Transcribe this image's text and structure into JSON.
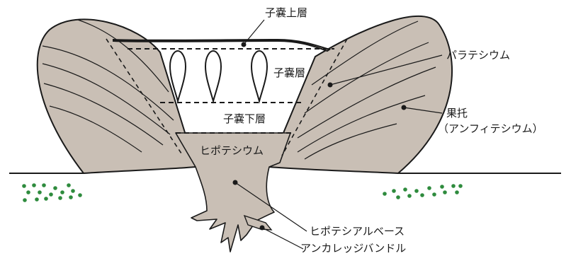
{
  "labels": {
    "epithecium": "子嚢上層",
    "hymenium": "子嚢層",
    "subhymenium": "子嚢下層",
    "hypothecium": "ヒポテシウム",
    "parathecium": "パラテシウム",
    "receptacle_line1": "果托",
    "receptacle_line2": "（アンフィテシウム）",
    "hypothecial_base": "ヒポテシアルベース",
    "anchorage_bundle": "アンカレッジバンドル"
  },
  "colors": {
    "tissue_fill": "#c9bfb5",
    "outline": "#1a1a1a",
    "soredia_dots": "#2e8b3d"
  }
}
